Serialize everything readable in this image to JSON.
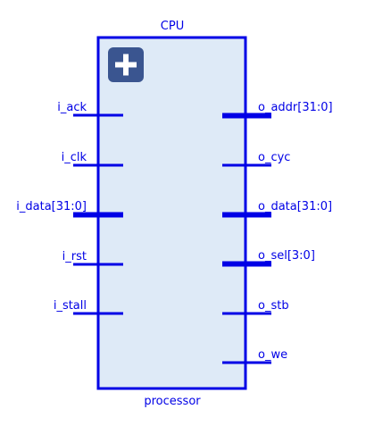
{
  "block": {
    "title": "CPU",
    "name": "processor",
    "expand_button": {
      "icon": "plus-icon"
    }
  },
  "colors": {
    "stroke": "#0000e6",
    "fill": "#deeaf7",
    "text": "#0000e6",
    "button": "#3a5590",
    "button_glyph": "#ffffff"
  },
  "ports": {
    "inputs": [
      {
        "name": "i_ack",
        "bus": false
      },
      {
        "name": "i_clk",
        "bus": false
      },
      {
        "name": "i_data[31:0]",
        "bus": true
      },
      {
        "name": "i_rst",
        "bus": false
      },
      {
        "name": "i_stall",
        "bus": false
      }
    ],
    "outputs": [
      {
        "name": "o_addr[31:0]",
        "bus": true
      },
      {
        "name": "o_cyc",
        "bus": false
      },
      {
        "name": "o_data[31:0]",
        "bus": true
      },
      {
        "name": "o_sel[3:0]",
        "bus": true
      },
      {
        "name": "o_stb",
        "bus": false
      },
      {
        "name": "o_we",
        "bus": false
      }
    ]
  }
}
